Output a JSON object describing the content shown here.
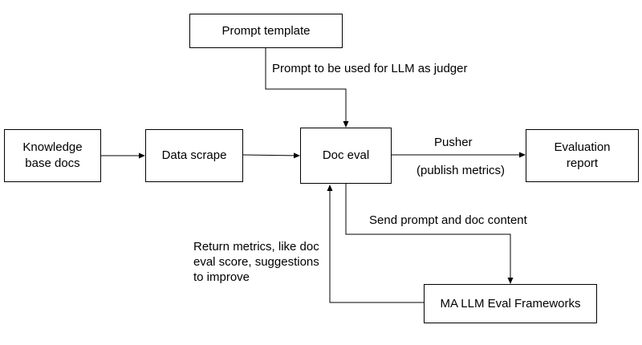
{
  "diagram": {
    "nodes": {
      "prompt_template": "Prompt template",
      "knowledge_base": "Knowledge\nbase docs",
      "data_scrape": "Data scrape",
      "doc_eval": "Doc eval",
      "evaluation_report": "Evaluation\nreport",
      "llm_eval": "MA LLM Eval Frameworks"
    },
    "edge_labels": {
      "prompt_to_doc_eval": "Prompt to be used for LLM as judger",
      "pusher": "Pusher",
      "publish_metrics": "(publish metrics)",
      "send_prompt": "Send prompt and doc content",
      "return_metrics": "Return metrics, like doc\neval score, suggestions\nto improve"
    }
  }
}
